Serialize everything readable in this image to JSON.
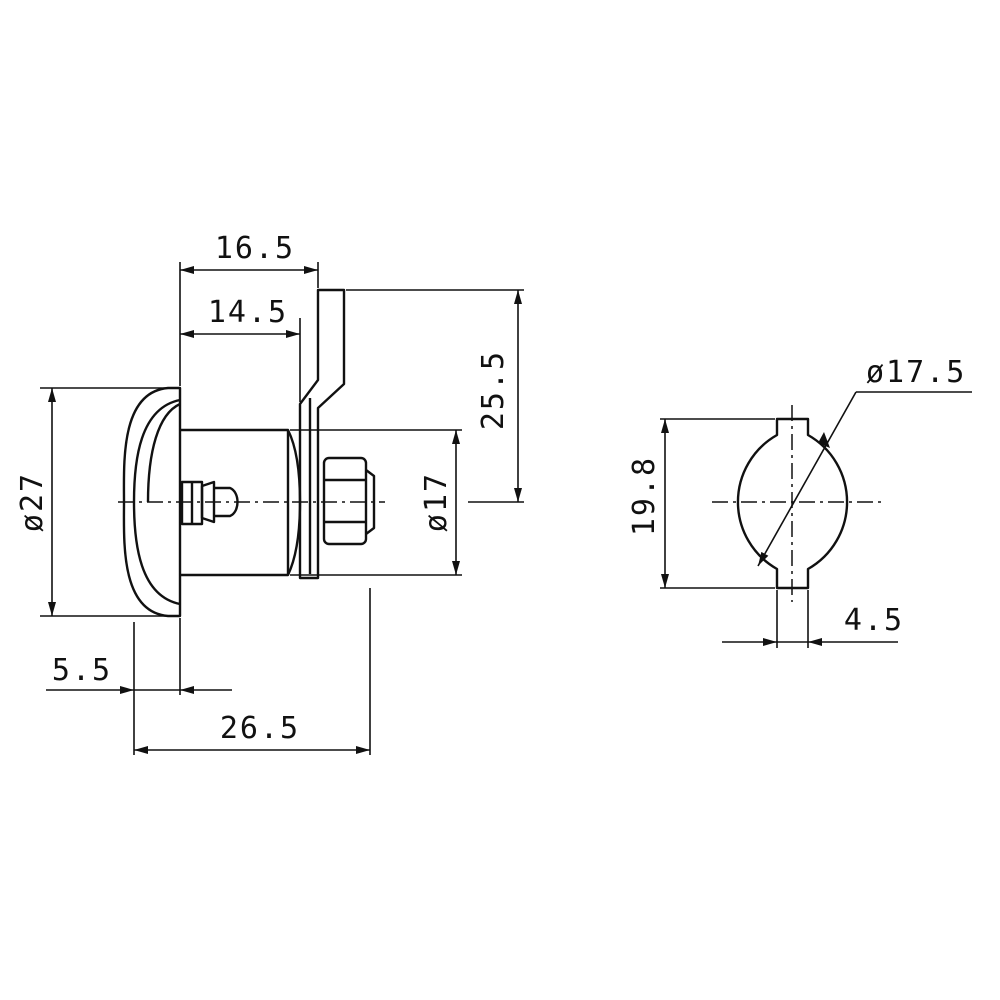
{
  "drawing": {
    "dimensions": {
      "flange_thickness": "5.5",
      "overall_length": "26.5",
      "body_length": "14.5",
      "to_cam": "16.5",
      "cam_height": "25.5",
      "body_diameter": "ø17",
      "flange_diameter": "ø27",
      "cutout_diameter": "ø17.5",
      "cutout_height": "19.8",
      "key_width": "4.5"
    }
  }
}
